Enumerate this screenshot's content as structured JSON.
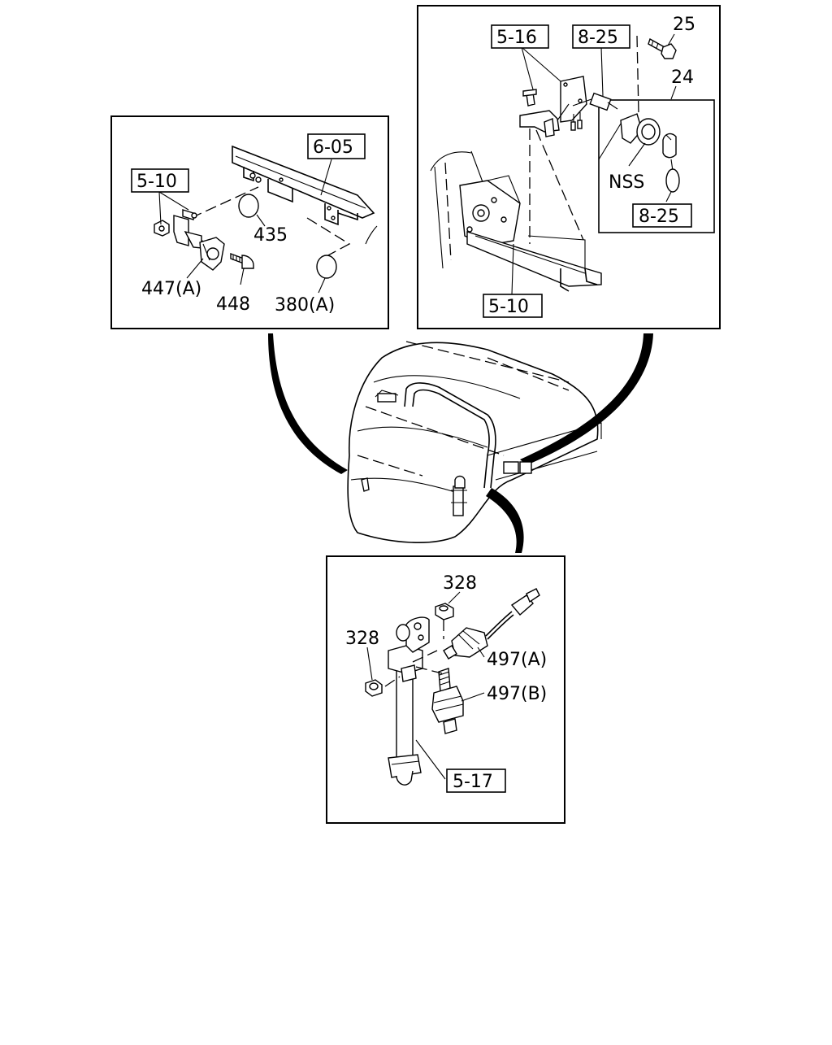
{
  "panels": {
    "left": {
      "labels": {
        "ref_6_05": "6-05",
        "ref_5_10": "5-10",
        "p435": "435",
        "p447a": "447(A)",
        "p448": "448",
        "p380a": "380(A)"
      }
    },
    "right": {
      "labels": {
        "ref_5_16": "5-16",
        "ref_8_25_top": "8-25",
        "p25": "25",
        "p24": "24",
        "nss": "NSS",
        "ref_8_25_inner": "8-25",
        "ref_5_10": "5-10"
      }
    },
    "bottom": {
      "labels": {
        "p328_top": "328",
        "p328_left": "328",
        "p497a": "497(A)",
        "p497b": "497(B)",
        "ref_5_17": "5-17"
      }
    }
  }
}
